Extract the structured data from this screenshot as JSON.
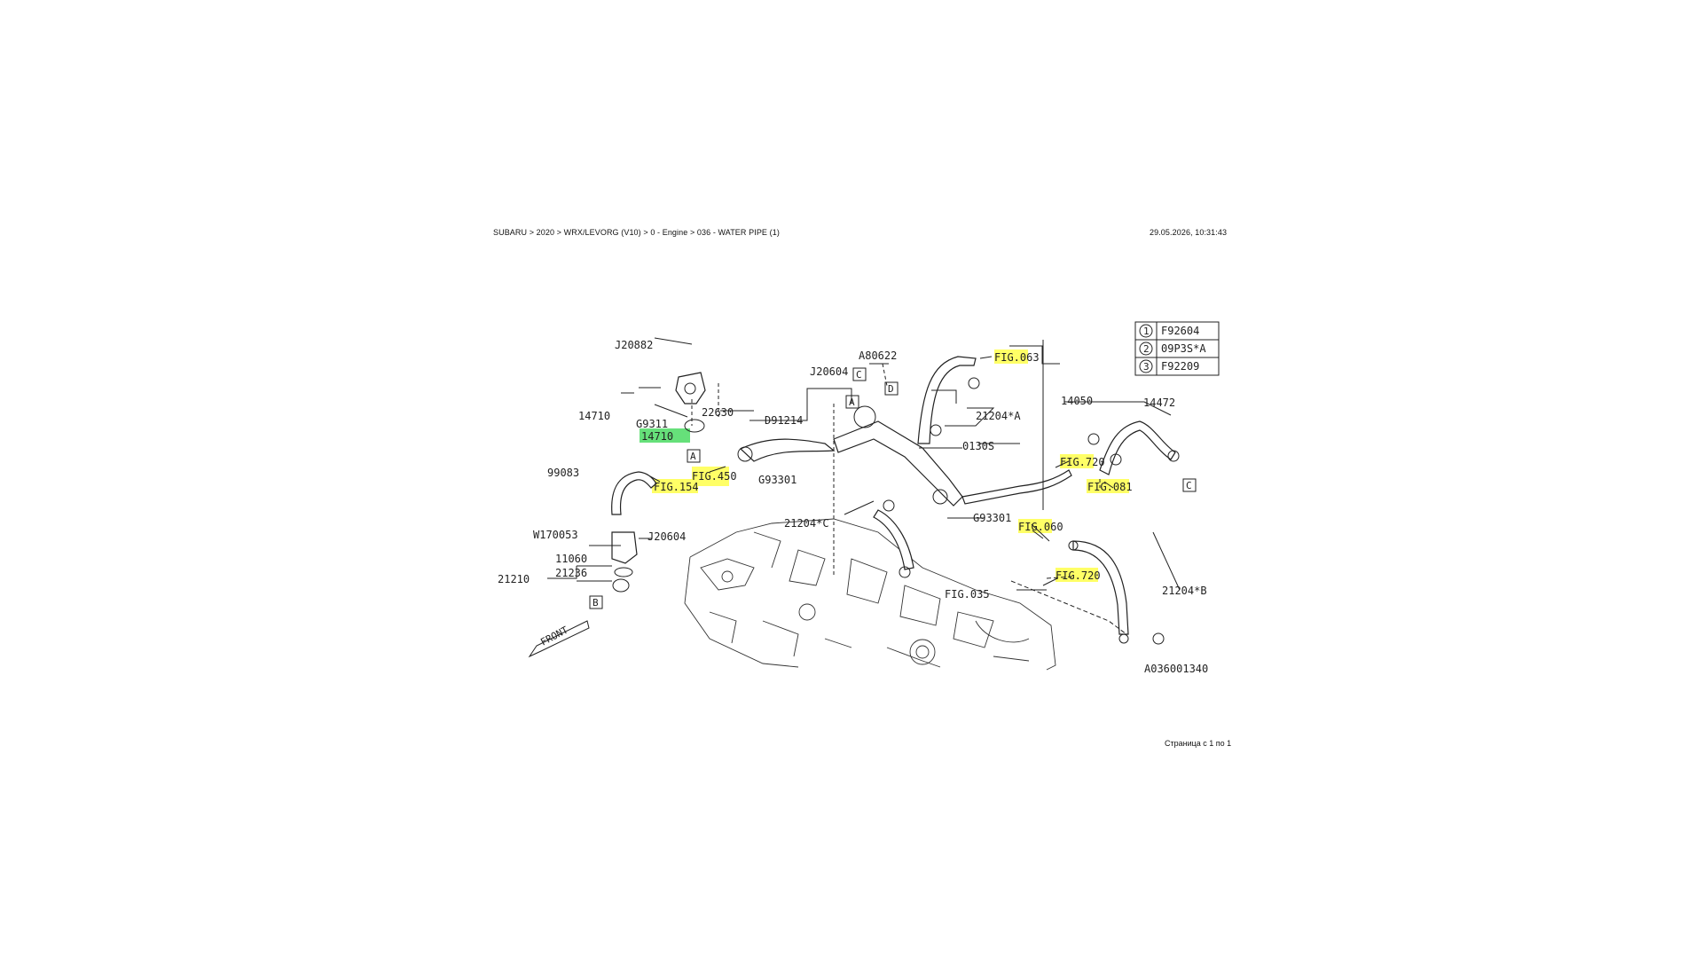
{
  "header": {
    "breadcrumb": "SUBARU > 2020 > WRX/LEVORG (V10) > 0 - Engine > 036 - WATER PIPE (1)",
    "timestamp": "29.05.2026, 10:31:43"
  },
  "footer": {
    "page": "Страница с 1 по 1"
  },
  "colors": {
    "highlight_yellow": "#ffff66",
    "highlight_green": "#66e07a"
  },
  "diagram": {
    "parts": {
      "j20882": "J20882",
      "a80622": "A80622",
      "j20604": "J20604",
      "fig063": "FIG.063",
      "p14710": "14710",
      "g9311": "G9311",
      "p22630": "22630",
      "d91214": "D91214",
      "p21204a": "21204*A",
      "p14710g": "14710",
      "p14050": "14050",
      "p14472": "14472",
      "p99083": "99083",
      "fig450": "FIG.450",
      "g93301a": "G93301",
      "p0130s": "0130S",
      "fig720a": "FIG.720",
      "fig154": "FIG.154",
      "fig081": "FIG.081",
      "w170053": "W170053",
      "j20604b": "J20604",
      "p21204c": "21204*C",
      "g93301b": "G93301",
      "fig060": "FIG.060",
      "p11060": "11060",
      "p21236": "21236",
      "p21210": "21210",
      "fig720b": "FIG.720",
      "fig035": "FIG.035",
      "p21204b": "21204*B",
      "front": "FRONT",
      "ref": "A036001340"
    },
    "callouts": [
      "A",
      "A",
      "B",
      "C",
      "C",
      "D"
    ],
    "legend": [
      {
        "num": "1",
        "code": "F92604"
      },
      {
        "num": "2",
        "code": "09P3S*A"
      },
      {
        "num": "3",
        "code": "F92209"
      }
    ]
  }
}
